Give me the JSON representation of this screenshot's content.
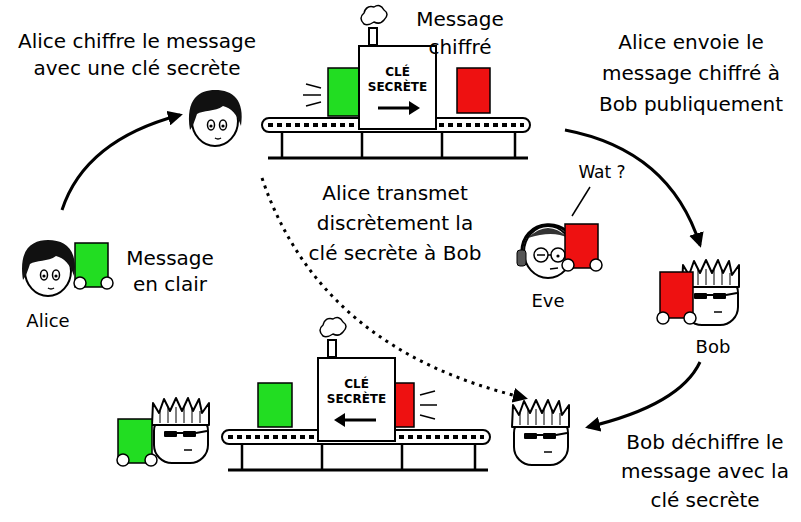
{
  "diagram": {
    "nodes": [
      {
        "text": [
          "CLÉ SECRÈTE"
        ]
      },
      {
        "text": [
          "CLÉ SECRÈTE"
        ]
      }
    ],
    "labels": [
      "Alice chiffre le message avec une clé secrète",
      "Message chiffré",
      "Alice envoie le message chiffré à Bob publiquement",
      "Alice transmet discrètement la clé secrète à Bob",
      "Wat ?",
      "Message en clair",
      "Alice",
      "Eve",
      "Bob",
      "Bob déchiffre le message avec la clé secrète"
    ]
  }
}
